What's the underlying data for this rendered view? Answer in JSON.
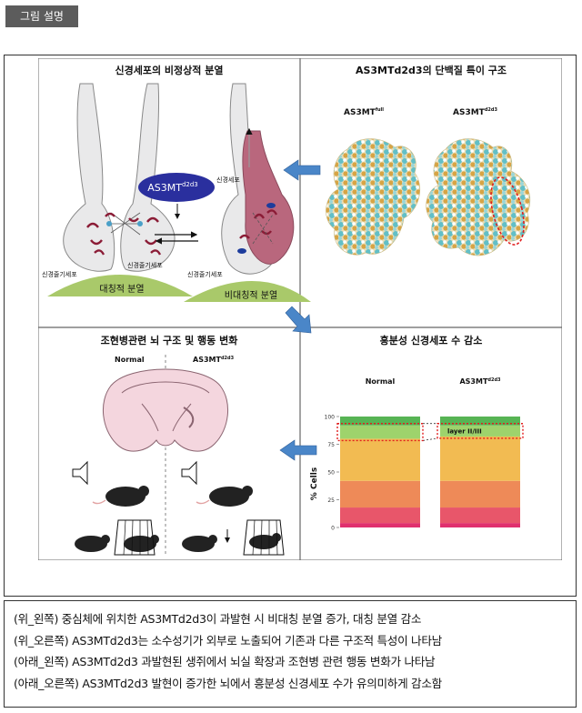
{
  "tag_label": "그림 설명",
  "panels": {
    "top_left": {
      "title": "신경세포의 비정상적 분열",
      "label_stem_left_a": "신경줄기세포",
      "label_stem_left_b": "신경줄기세포",
      "label_neuron": "신경세포",
      "label_stem_right": "신경줄기세포",
      "gene_base": "AS3MT",
      "gene_sup": "d2d3",
      "caption_sym": "대칭적 분열",
      "caption_asym": "비대칭적 분열"
    },
    "top_right": {
      "title": "AS3MTd2d3의 단백질 특이 구조",
      "label_full_base": "AS3MT",
      "label_full_sup": "full",
      "label_d2d3_base": "AS3MT",
      "label_d2d3_sup": "d2d3"
    },
    "bottom_left": {
      "title": "조현병관련 뇌 구조 및 행동 변화",
      "col_normal": "Normal",
      "col_mut_base": "AS3MT",
      "col_mut_sup": "d2d3"
    },
    "bottom_right": {
      "title": "흥분성 신경세포 수 감소",
      "col_normal": "Normal",
      "col_mut_base": "AS3MT",
      "col_mut_sup": "d2d3",
      "ylabel": "% Cells",
      "highlight_label": "layer II/III"
    }
  },
  "chart_data": {
    "type": "bar",
    "stacked": true,
    "categories": [
      "Normal",
      "AS3MTd2d3"
    ],
    "ylabel": "% Cells",
    "ylim": [
      0,
      100
    ],
    "yticks": [
      0,
      25,
      50,
      75,
      100
    ],
    "highlight": "layer II/III",
    "series": [
      {
        "color": "#e0306e",
        "values": [
          4,
          4
        ]
      },
      {
        "color": "#e8566a",
        "values": [
          14,
          14
        ]
      },
      {
        "color": "#ee8a58",
        "values": [
          24,
          24
        ]
      },
      {
        "color": "#f2bb52",
        "values": [
          38,
          40
        ]
      },
      {
        "color": "#9ed36c",
        "values": [
          12,
          10
        ]
      },
      {
        "color": "#57b454",
        "values": [
          8,
          8
        ]
      }
    ]
  },
  "caption_lines": [
    "(위_왼쪽) 중심체에 위치한 AS3MTd2d3이 과발현 시 비대칭 분열 증가, 대칭 분열 감소",
    "(위_오른쪽) AS3MTd2d3는 소수성기가 외부로 노출되어 기존과 다른 구조적 특성이 나타남",
    "(아래_왼쪽) AS3MTd2d3 과발현된 생쥐에서 뇌실 확장과 조현병 관련 행동 변화가 나타남",
    "(아래_오른쪽) AS3MTd2d3 발현이 증가한 뇌에서 흥분성 신경세포 수가 유의미하게 감소함"
  ],
  "colors": {
    "arrow": "#4a86c8",
    "cell_pink": "#b9677d",
    "gene_oval": "#2a2f9e",
    "highlight": "#e01e1e",
    "tag_bg": "#5c5c5c"
  }
}
